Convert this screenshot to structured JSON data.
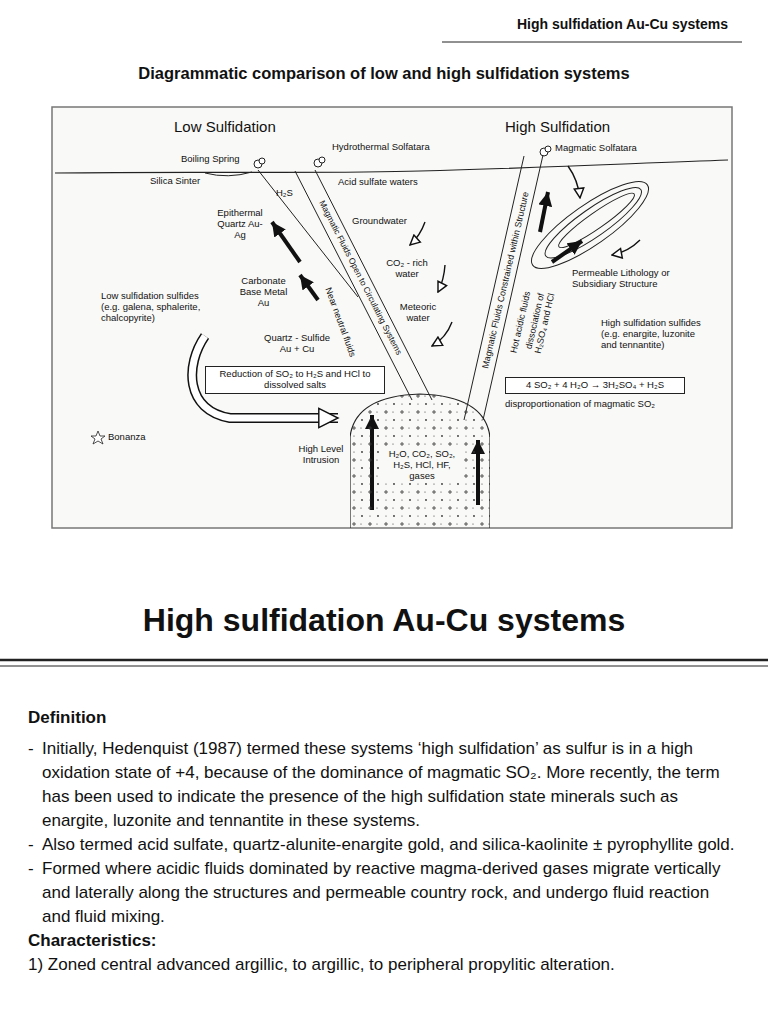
{
  "diagram": {
    "title": "Diagrammatic comparison of low and high sulfidation systems",
    "nodes": [
      {
        "text": [
          "Reduction of SO₂ to H₂S and HCl to dissolved salts"
        ]
      },
      {
        "text": [
          "4 SO₂ + 4 H₂O → 3H₂SO₄ + H₂S"
        ]
      },
      {
        "text": [
          "High Level Intrusion",
          "H₂O, CO₂, SO₂, H₂S, HCl, HF, gases"
        ]
      }
    ],
    "labels": [
      "High sulfidation Au-Cu systems",
      "Low Sulfidation",
      "High Sulfidation",
      "Boiling Spring",
      "Silica Sinter",
      "Hydrothermal Solfatara",
      "Magmatic Solfatara",
      "H₂S",
      "Acid sulfate waters",
      "Epithermal Quartz Au-Ag",
      "Groundwater",
      "Magmatic Fluids Open to Circulating Systems",
      "CO₂ - rich water",
      "Carbonate Base Metal Au",
      "Meteoric water",
      "Near neutral fluids",
      "Low sulfidation sulfides (e.g. galena, sphalerite, chalcopyrite)",
      "Quartz - Sulfide Au + Cu",
      "Bonanza",
      "Magmatic Fluids Constrained within Structure",
      "Permeable Lithology or Subsidiary Structure",
      "Hot acidic fluids",
      "dissociation of H₂SO₄ and HCl",
      "High sulfidation sulfides (e.g. enargite, luzonite and tennantite)",
      "disproportionation of magmatic SO₂",
      "High sulfidation Au-Cu systems",
      "Definition",
      "-",
      "Initially, Hedenquist (1987) termed these systems ‘high sulfidation’ as sulfur is in a high oxidation state of +4, because of the dominance of magmatic SO₂. More recently, the term has been used to indicate the presence of the high sulfidation state minerals such as enargite, luzonite and tennantite in these systems.",
      "-",
      "Also termed acid sulfate, quartz-alunite-enargite gold, and silica-kaolinite ± pyrophyllite gold.",
      "-",
      "Formed where acidic fluids dominated by reactive magma-derived gases migrate vertically and laterally along the structures and permeable country rock, and undergo fluid reaction and fluid mixing.",
      "Characteristics:",
      "1) Zoned central advanced argillic, to argillic, to peripheral propylitic alteration."
    ]
  }
}
